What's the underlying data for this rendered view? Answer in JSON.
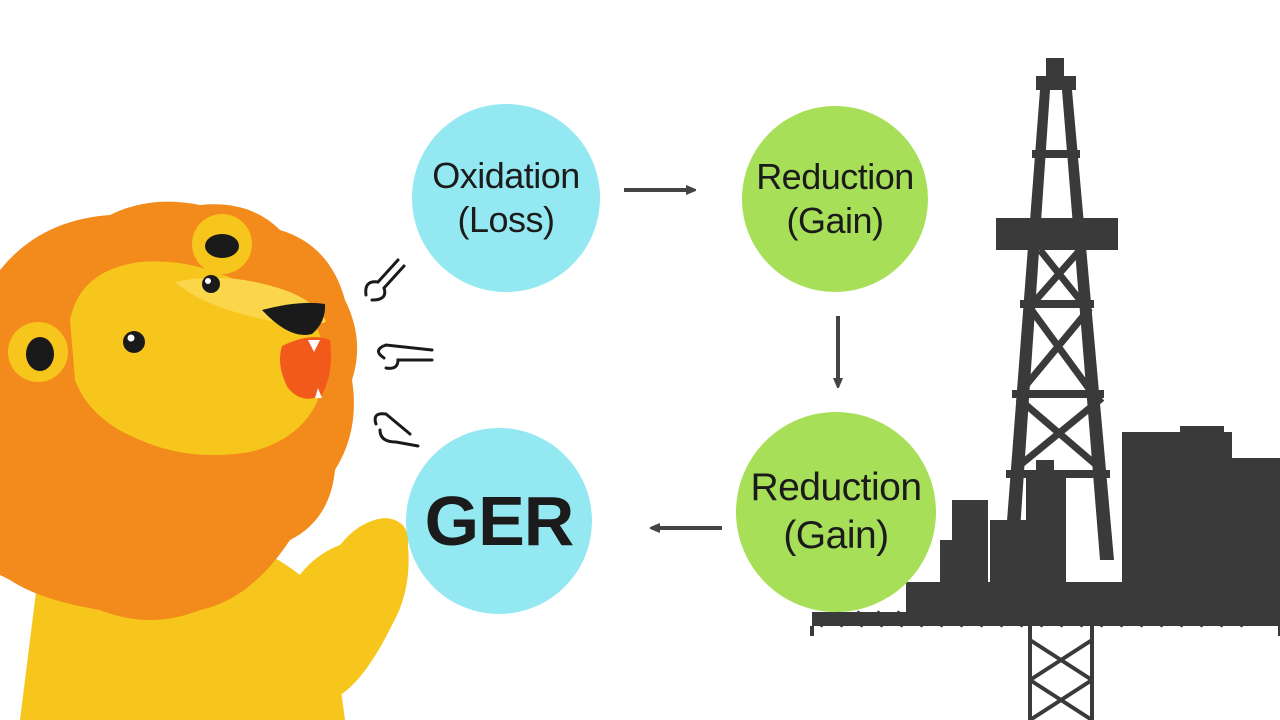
{
  "diagram": {
    "nodes": [
      {
        "id": "oxidation",
        "line1": "Oxidation",
        "line2": "(Loss)",
        "color": "#94e8f1"
      },
      {
        "id": "reduction_top",
        "line1": "Reduction",
        "line2": "(Gain)",
        "color": "#a7df59"
      },
      {
        "id": "reduction_bottom",
        "line1": "Reduction",
        "line2": "(Gain)",
        "color": "#a7df59"
      },
      {
        "id": "ger",
        "line1": "GER",
        "color": "#94e8f1"
      }
    ],
    "edges": [
      {
        "from": "oxidation",
        "to": "reduction_top"
      },
      {
        "from": "reduction_top",
        "to": "reduction_bottom"
      },
      {
        "from": "reduction_bottom",
        "to": "ger"
      }
    ]
  },
  "illustrations": {
    "left": "lion-mascot",
    "right": "oil-rig-silhouette",
    "rig_color": "#3a3a3a",
    "lion_mane_color": "#f28a1c",
    "lion_face_color": "#f7c61c"
  }
}
